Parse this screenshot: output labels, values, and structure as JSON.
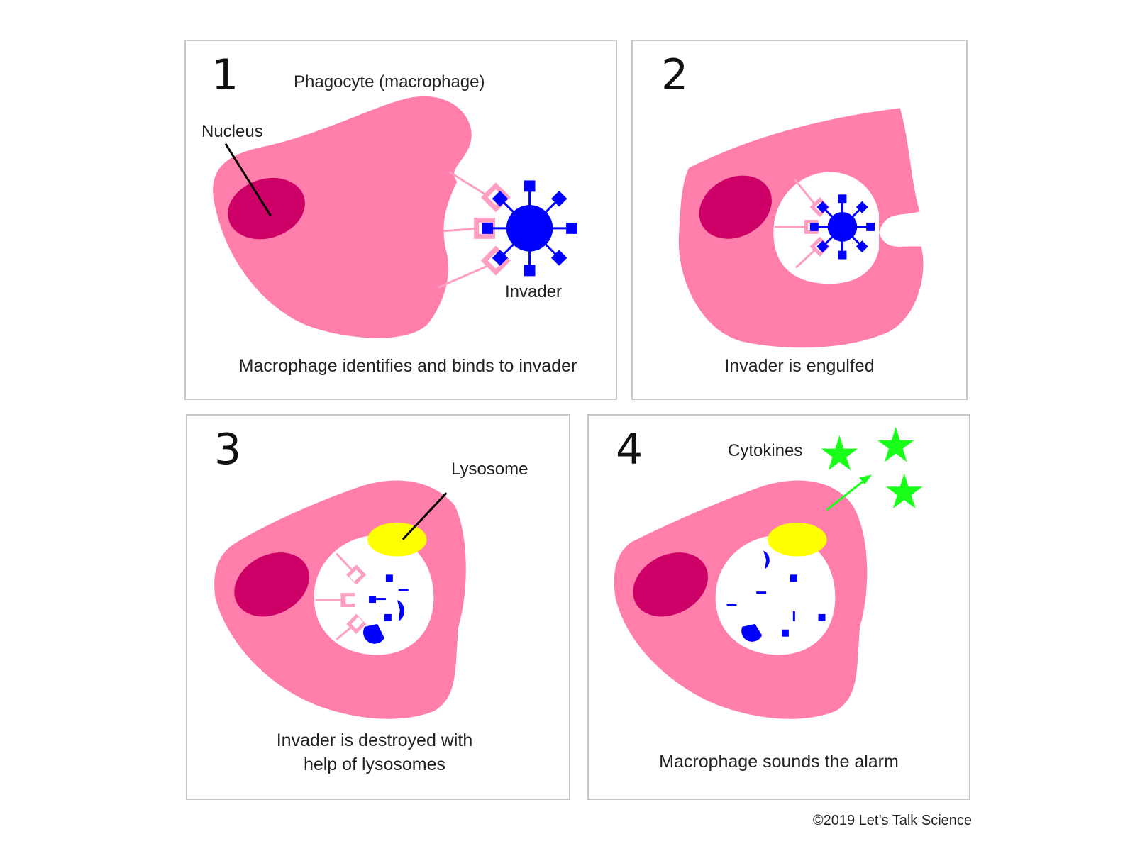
{
  "panels": [
    {
      "number": "1",
      "title": "Phagocyte (macrophage)",
      "labels": {
        "nucleus": "Nucleus",
        "invader": "Invader"
      },
      "caption": "Macrophage identifies and binds to invader"
    },
    {
      "number": "2",
      "caption": "Invader is engulfed"
    },
    {
      "number": "3",
      "labels": {
        "lysosome": "Lysosome"
      },
      "caption_lines": [
        "Invader is destroyed with",
        "help of lysosomes"
      ]
    },
    {
      "number": "4",
      "labels": {
        "cytokines": "Cytokines"
      },
      "caption": "Macrophage sounds the alarm"
    }
  ],
  "copyright": "©2019 Let’s Talk Science",
  "colors": {
    "cell": "#ff7eab",
    "nucleus": "#cc0066",
    "receptor": "#ff9ec3",
    "invader": "#0000ff",
    "lysosome": "#ffff00",
    "cytokine": "#1aff1a",
    "border": "#c8c8c8"
  },
  "icons": [
    "macrophage-cell",
    "nucleus",
    "invader-virus",
    "receptor",
    "lysosome",
    "cytokine-star",
    "release-arrow"
  ]
}
